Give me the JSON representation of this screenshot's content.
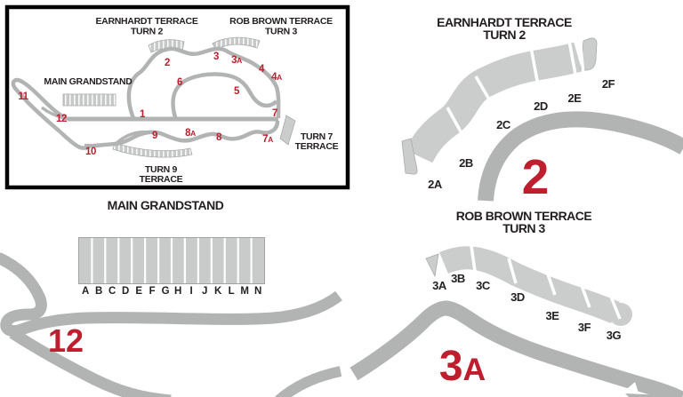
{
  "colors": {
    "red": "#be1e2d",
    "track_gray": "#b2b4b3",
    "stand_gray": "#cbcdcc",
    "ink": "#231f20"
  },
  "overview": {
    "earnhardt_label": [
      "EARNHARDT TERRACE",
      "TURN 2"
    ],
    "rob_brown_label": [
      "ROB BROWN TERRACE",
      "TURN 3"
    ],
    "main_grandstand_label": "MAIN GRANDSTAND",
    "turn7_label": [
      "TURN 7",
      "TERRACE"
    ],
    "turn9_label": [
      "TURN 9",
      "TERRACE"
    ],
    "turn_markers": [
      "1",
      "2",
      "3",
      "3A",
      "4",
      "4A",
      "5",
      "6",
      "7",
      "7A",
      "8",
      "8A",
      "9",
      "10",
      "11",
      "12"
    ]
  },
  "earnhardt_detail": {
    "title": [
      "EARNHARDT TERRACE",
      "TURN 2"
    ],
    "sections": [
      "2A",
      "2B",
      "2C",
      "2D",
      "2E",
      "2F"
    ],
    "big_label": "2"
  },
  "main_grandstand_detail": {
    "title": "MAIN GRANDSTAND",
    "sections": [
      "A",
      "B",
      "C",
      "D",
      "E",
      "F",
      "G",
      "H",
      "I",
      "J",
      "K",
      "L",
      "M",
      "N"
    ],
    "big_label": "12"
  },
  "rob_brown_detail": {
    "title": [
      "ROB BROWN TERRACE",
      "TURN 3"
    ],
    "sections": [
      "3A",
      "3B",
      "3C",
      "3D",
      "3E",
      "3F",
      "3G"
    ],
    "big_label": "3A"
  }
}
